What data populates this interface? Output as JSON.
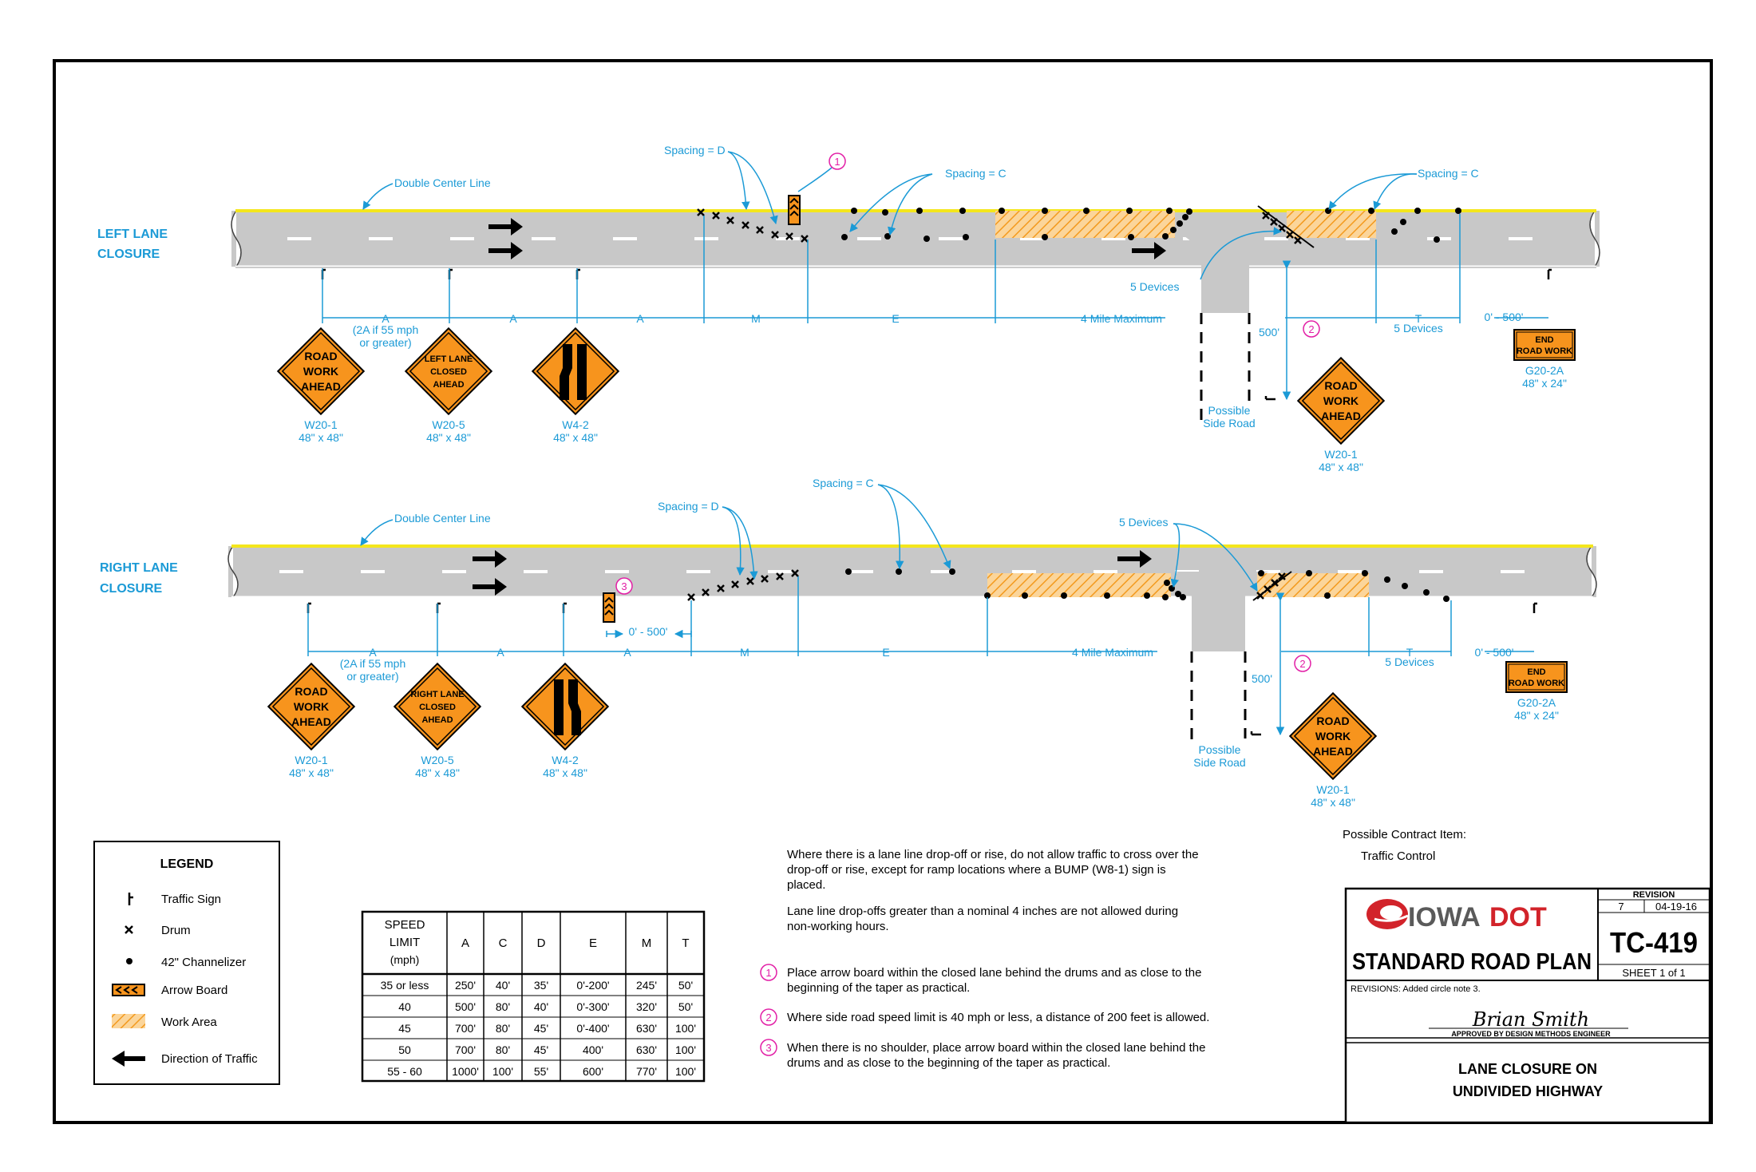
{
  "sections": {
    "left": {
      "title_1": "LEFT LANE",
      "title_2": "CLOSURE"
    },
    "right": {
      "title_1": "RIGHT LANE",
      "title_2": "CLOSURE"
    }
  },
  "callouts": {
    "double_center_line": "Double Center Line",
    "spacing_d": "Spacing = D",
    "spacing_c": "Spacing = C",
    "five_devices": "5 Devices",
    "possible_side_road_1": "Possible",
    "possible_side_road_2": "Side Road",
    "dist_500": "500'",
    "dist_0_500": "0' - 500'"
  },
  "dimensions": {
    "a": "A",
    "a_note_1": "(2A if 55 mph",
    "a_note_2": "or greater)",
    "m": "M",
    "e": "E",
    "four_mile": "4 Mile Maximum",
    "t": "T",
    "t_devices": "5 Devices"
  },
  "signs": {
    "road_work_ahead": {
      "line1": "ROAD",
      "line2": "WORK",
      "line3": "AHEAD",
      "code": "W20-1",
      "size": "48\" x 48\""
    },
    "left_lane_closed": {
      "line1": "LEFT LANE",
      "line2": "CLOSED",
      "line3": "AHEAD",
      "code": "W20-5",
      "size": "48\" x 48\""
    },
    "right_lane_closed": {
      "line1": "RIGHT LANE",
      "line2": "CLOSED",
      "line3": "AHEAD",
      "code": "W20-5",
      "size": "48\" x 48\""
    },
    "merge": {
      "code": "W4-2",
      "size": "48\" x 48\""
    },
    "end_road_work": {
      "line1": "END",
      "line2": "ROAD WORK",
      "code": "G20-2A",
      "size": "48\" x 24\""
    }
  },
  "legend": {
    "title": "LEGEND",
    "items": [
      "Traffic Sign",
      "Drum",
      "42\" Channelizer",
      "Arrow Board",
      "Work Area",
      "Direction of Traffic"
    ]
  },
  "speed_table": {
    "header_speed": [
      "SPEED",
      "LIMIT",
      "(mph)"
    ],
    "columns": [
      "A",
      "C",
      "D",
      "E",
      "M",
      "T"
    ],
    "rows": [
      [
        "35 or less",
        "250'",
        "40'",
        "35'",
        "0'-200'",
        "245'",
        "50'"
      ],
      [
        "40",
        "500'",
        "80'",
        "40'",
        "0'-300'",
        "320'",
        "50'"
      ],
      [
        "45",
        "700'",
        "80'",
        "45'",
        "0'-400'",
        "630'",
        "100'"
      ],
      [
        "50",
        "700'",
        "80'",
        "45'",
        "400'",
        "630'",
        "100'"
      ],
      [
        "55 - 60",
        "1000'",
        "100'",
        "55'",
        "600'",
        "770'",
        "100'"
      ]
    ]
  },
  "notes": {
    "drop_off_1": "Where there is a lane line drop-off or rise, do not allow traffic to cross over the",
    "drop_off_2": "drop-off or rise, except for ramp locations where a BUMP (W8-1) sign is",
    "drop_off_3": "placed.",
    "drop_off_4": "Lane line drop-offs greater than a nominal 4 inches are not allowed during",
    "drop_off_5": "non-working hours.",
    "n1_num": "1",
    "n1_a": "Place arrow board within the closed lane behind the drums and as close to the",
    "n1_b": "beginning of the taper as practical.",
    "n2_num": "2",
    "n2_a": "Where side road speed limit is 40 mph or less, a distance of 200 feet is allowed.",
    "n3_num": "3",
    "n3_a": "When there is no shoulder, place arrow board within the closed lane behind the",
    "n3_b": "drums and as close to the beginning of the taper as practical."
  },
  "contract": {
    "label": "Possible Contract Item:",
    "item": "Traffic Control"
  },
  "title_block": {
    "logo_text": "IOWADOT",
    "logo_iowa": "IOWA",
    "logo_dot": "DOT",
    "plan_type": "STANDARD ROAD PLAN",
    "revision_label": "REVISION",
    "revision_number": "7",
    "revision_date": "04-19-16",
    "plan_number": "TC-419",
    "sheet": "SHEET 1 of 1",
    "revisions_note": "REVISIONS: Added circle note 3.",
    "signature": "Brian Smith",
    "approved": "APPROVED BY DESIGN METHODS ENGINEER",
    "title_1": "LANE CLOSURE ON",
    "title_2": "UNDIVIDED HIGHWAY"
  },
  "colors": {
    "orange": "#f7941d",
    "blue": "#1b9ad6",
    "magenta": "#e21fa6",
    "yellow": "#f4e61c",
    "road": "#c8c8c8",
    "work_fill": "#f7c27a",
    "logo_red": "#d2232a"
  }
}
